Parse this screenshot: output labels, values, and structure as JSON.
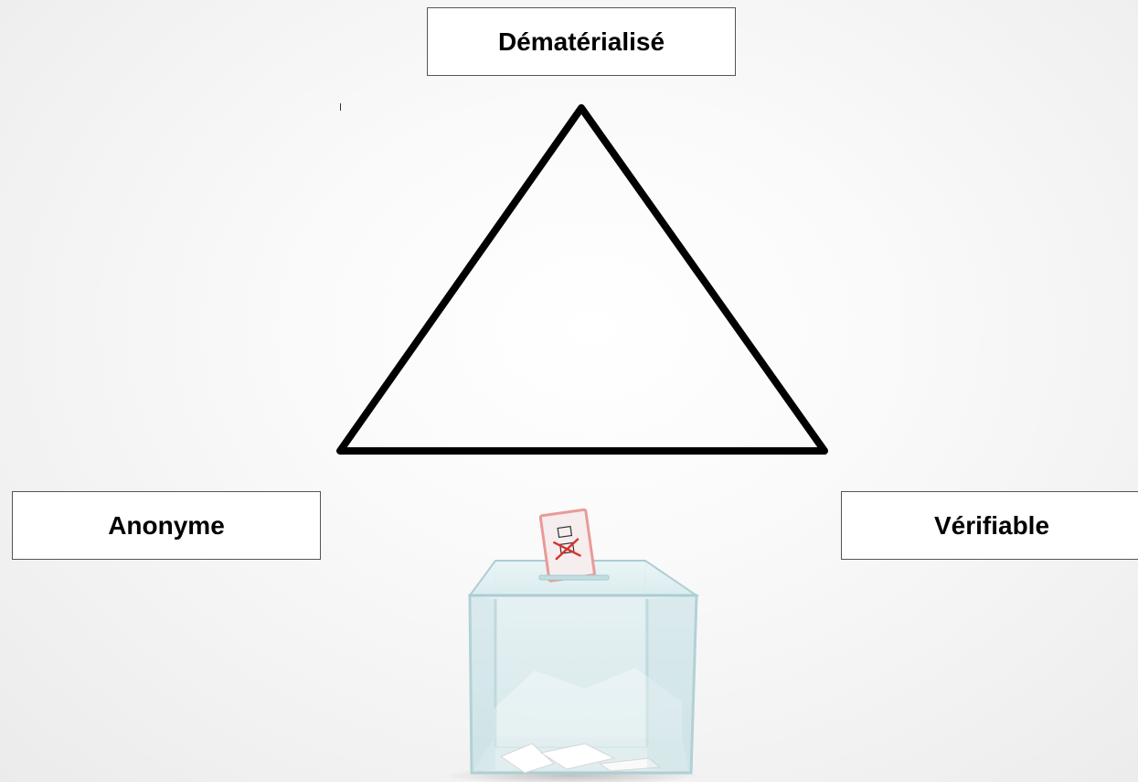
{
  "diagram": {
    "top_label": "Dématérialisé",
    "left_label": "Anonyme",
    "right_label": "Vérifiable"
  },
  "colors": {
    "triangle_stroke": "#000000",
    "box_border": "#555555",
    "ballot_mark": "#d9302c",
    "ballot_box_glass": "#cfe6ea"
  },
  "icons": {
    "illustration": "ballot-box-icon",
    "ballot": "ballot-paper-icon"
  }
}
